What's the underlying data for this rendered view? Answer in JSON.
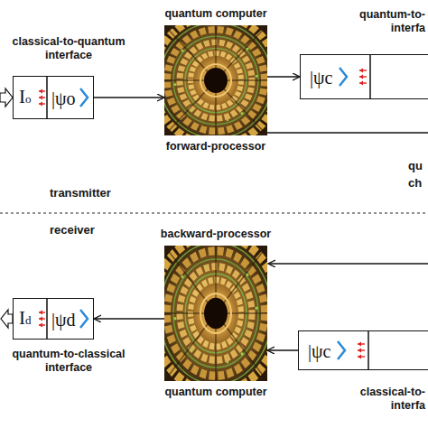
{
  "diagram": {
    "nodes": [
      {
        "text": [
          "classical-to-quantum interface",
          "Io",
          "|ψo"
        ]
      },
      {
        "text": [
          "quantum computer",
          "forward-processor"
        ]
      },
      {
        "text": [
          "quantum-to- interfa",
          "|ψc"
        ]
      },
      {
        "text": [
          "backward-processor",
          "quantum computer"
        ]
      },
      {
        "text": [
          "|ψc",
          "classical-to- interfa"
        ]
      },
      {
        "text": [
          "Id",
          "|ψd",
          "quantum-to-classical interface"
        ]
      }
    ],
    "edges": [
      {
        "from": 0,
        "to": 1,
        "arrow": "to"
      },
      {
        "from": 1,
        "to": 2,
        "arrow": "to"
      },
      {
        "from": 4,
        "to": 3,
        "arrow": "to"
      },
      {
        "from": 3,
        "to": 5,
        "arrow": "to"
      }
    ],
    "labels": [
      "transmitter",
      "receiver",
      "qu",
      "ch"
    ]
  }
}
